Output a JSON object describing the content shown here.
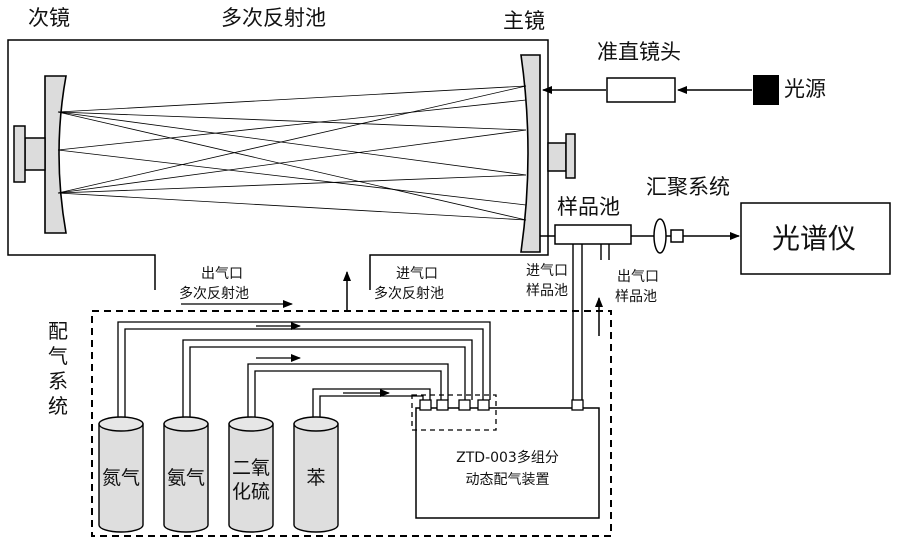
{
  "labels": {
    "secondary_mirror": "次镜",
    "multipass_cell": "多次反射池",
    "primary_mirror": "主镜",
    "collimator_lens": "准直镜头",
    "light_source": "光源",
    "sample_cell": "样品池",
    "focusing_system": "汇聚系统",
    "spectrometer": "光谱仪",
    "outlet_multipass_line1": "出气口",
    "outlet_multipass_line2": "多次反射池",
    "inlet_multipass_line1": "进气口",
    "inlet_multipass_line2": "多次反射池",
    "inlet_sample_line1": "进气口",
    "inlet_sample_line2": "样品池",
    "outlet_sample_line1": "出气口",
    "outlet_sample_line2": "样品池",
    "gas_system": [
      "配",
      "气",
      "系",
      "统"
    ],
    "gas_device_line1": "ZTD-003多组分",
    "gas_device_line2": "动态配气装置"
  },
  "cylinders": [
    {
      "line1": "氮气",
      "line2": ""
    },
    {
      "line1": "氨气",
      "line2": ""
    },
    {
      "line1": "二氧",
      "line2": "化硫"
    },
    {
      "line1": "苯",
      "line2": ""
    }
  ]
}
